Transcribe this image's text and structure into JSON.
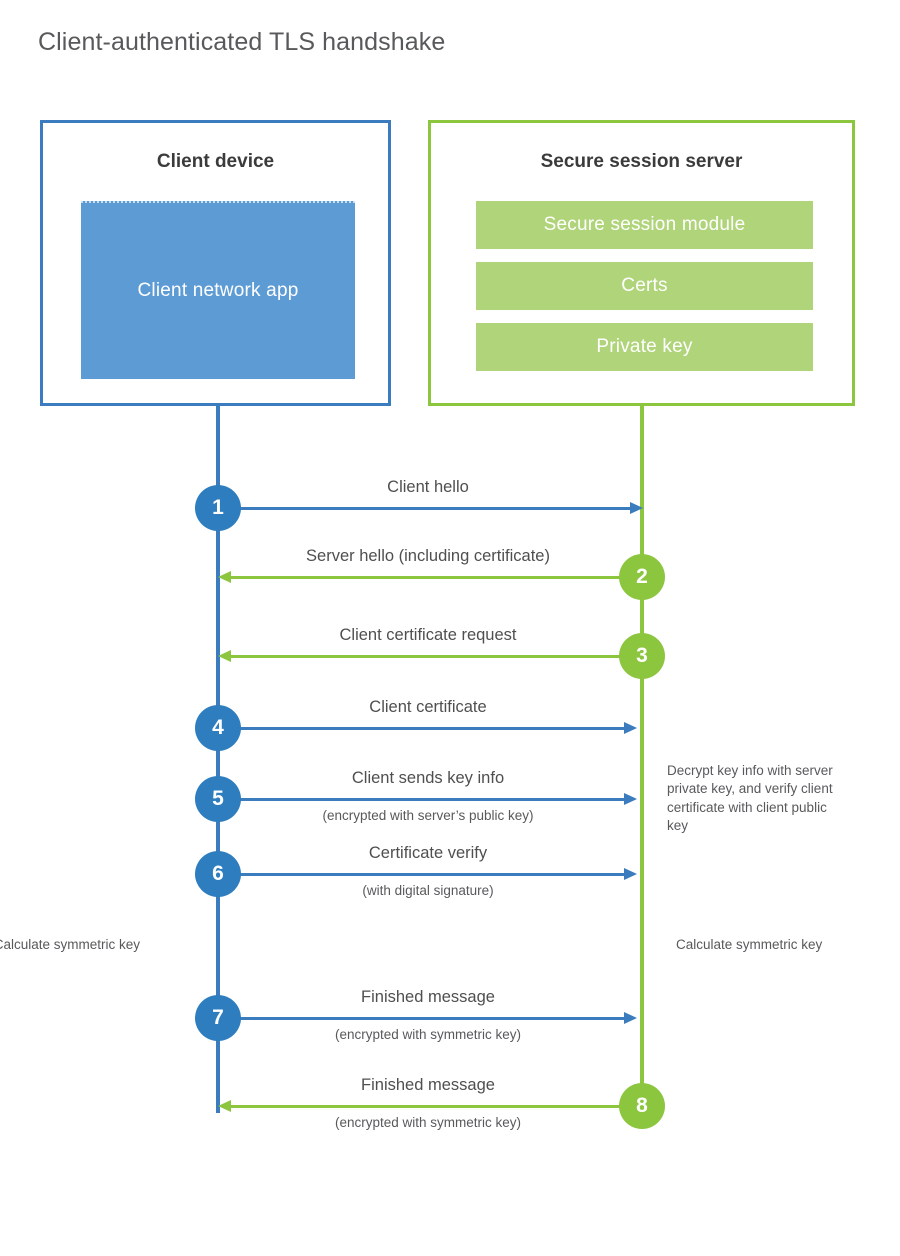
{
  "title": "Client-authenticated TLS handshake",
  "colors": {
    "client_border": "#3a7cbd",
    "client_app_fill": "#5d9bd5",
    "server_border": "#8cc63e",
    "server_bar_fill": "#b0d47a",
    "step_blue": "#2e7dbe",
    "step_green": "#8cc63e",
    "title_text": "#58595b"
  },
  "client": {
    "title": "Client device",
    "app_label": "Client network app"
  },
  "server": {
    "title": "Secure session server",
    "bars": [
      {
        "label": "Secure session module"
      },
      {
        "label": "Certs"
      },
      {
        "label": "Private key"
      }
    ]
  },
  "notes": {
    "client_calculate": "Calculate symmetric key",
    "server_calculate": "Calculate symmetric key",
    "server_decrypt": "Decrypt key info with server private key, and verify client certificate with client public key"
  },
  "messages": [
    {
      "step": "1",
      "label": "Client hello",
      "sublabel": "",
      "direction": "client-to-server",
      "color": "blue"
    },
    {
      "step": "2",
      "label": "Server hello (including certificate)",
      "sublabel": "",
      "direction": "server-to-client",
      "color": "green"
    },
    {
      "step": "3",
      "label": "Client certificate request",
      "sublabel": "",
      "direction": "server-to-client",
      "color": "green"
    },
    {
      "step": "4",
      "label": "Client certificate",
      "sublabel": "",
      "direction": "client-to-server",
      "color": "blue"
    },
    {
      "step": "5",
      "label": "Client sends key info",
      "sublabel": "(encrypted with server’s public key)",
      "direction": "client-to-server",
      "color": "blue"
    },
    {
      "step": "6",
      "label": "Certificate verify",
      "sublabel": "(with digital signature)",
      "direction": "client-to-server",
      "color": "blue"
    },
    {
      "step": "7",
      "label": "Finished message",
      "sublabel": "(encrypted with symmetric key)",
      "direction": "client-to-server",
      "color": "blue"
    },
    {
      "step": "8",
      "label": "Finished message",
      "sublabel": "(encrypted with symmetric key)",
      "direction": "server-to-client",
      "color": "green"
    }
  ]
}
